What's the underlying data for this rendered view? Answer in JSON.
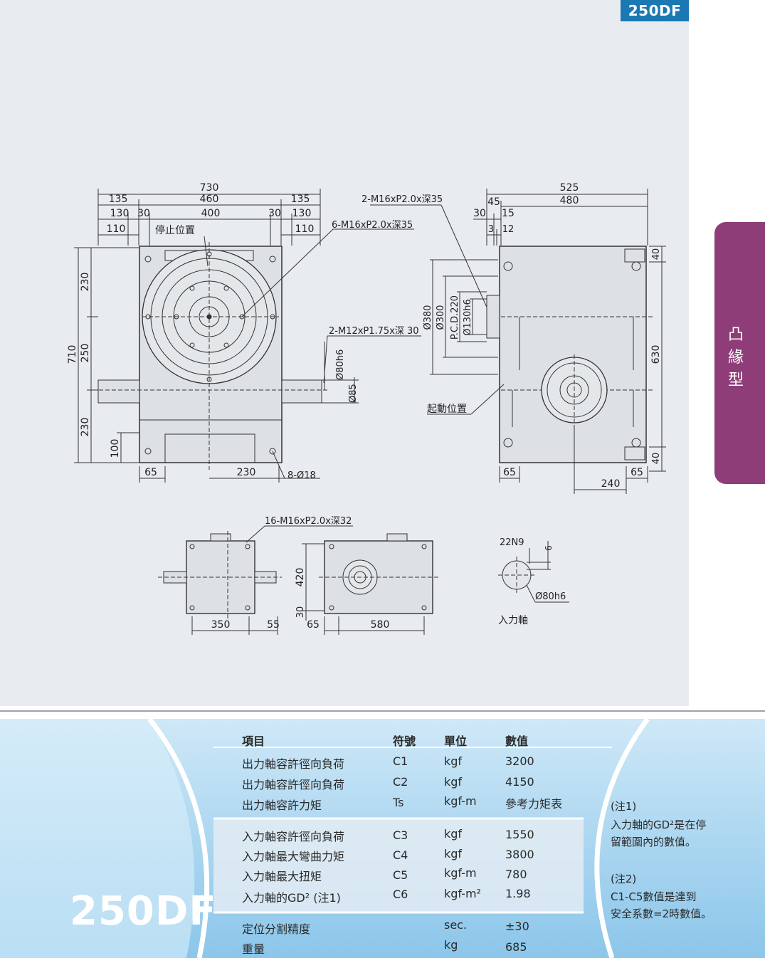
{
  "model_badge": "250DF",
  "side_tab": {
    "chars": [
      "凸",
      "緣",
      "型"
    ]
  },
  "drawing": {
    "front": {
      "width_total": "730",
      "width_460": "460",
      "left_135": "135",
      "right_135": "135",
      "left_130": "130",
      "left_30": "30",
      "mid_400": "400",
      "right_30": "30",
      "right_130": "130",
      "left_110": "110",
      "right_110": "110",
      "stop_position": "停止位置",
      "tap_6": "6-M16xP2.0x深35",
      "tap_2_m12": "2-M12xP1.75x深 30",
      "shaft_80": "Ø80h6",
      "shaft_85": "Ø85",
      "height_710": "710",
      "h_230_top": "230",
      "h_250": "250",
      "h_230_bottom": "230",
      "h_100": "100",
      "bottom_65": "65",
      "bottom_230": "230",
      "holes_8": "8-Ø18"
    },
    "side": {
      "tap_2_m16": "2-M16xP2.0x深35",
      "width_525": "525",
      "width_480": "480",
      "d_45": "45",
      "d_30": "30",
      "d_15": "15",
      "d_3": "3",
      "d_12": "12",
      "dia_380": "Ø380",
      "dia_300": "Ø300",
      "pcd_220": "P.C.D.220",
      "dia_130": "Ø130h6",
      "start_position": "起動位置",
      "h_40_top": "40",
      "h_630": "630",
      "h_40_bottom": "40",
      "bottom_65_left": "65",
      "bottom_240": "240",
      "bottom_65_right": "65"
    },
    "bottom": {
      "tap_16": "16-M16xP2.0x深32",
      "w_350": "350",
      "w_55": "55",
      "h_420": "420",
      "h_30": "30",
      "w_65": "65",
      "w_580": "580",
      "key_22": "22N9",
      "key_9": "9",
      "input_dia": "Ø80h6",
      "input_shaft": "入力軸"
    }
  },
  "spec_panel": {
    "model": "250DF",
    "headers": [
      "項目",
      "符號",
      "單位",
      "數值"
    ],
    "rows": [
      {
        "item": "出力軸容許徑向負荷",
        "symbol": "C1",
        "unit": "kgf",
        "value": "3200"
      },
      {
        "item": "出力軸容許徑向負荷",
        "symbol": "C2",
        "unit": "kgf",
        "value": "4150"
      },
      {
        "item": "出力軸容許力矩",
        "symbol": "Ts",
        "unit": "kgf-m",
        "value": "參考力矩表"
      },
      {
        "item": "入力軸容許徑向負荷",
        "symbol": "C3",
        "unit": "kgf",
        "value": "1550"
      },
      {
        "item": "入力軸最大彎曲力矩",
        "symbol": "C4",
        "unit": "kgf",
        "value": "3800"
      },
      {
        "item": "入力軸最大扭矩",
        "symbol": "C5",
        "unit": "kgf-m",
        "value": "780"
      },
      {
        "item": "入力軸的GD² (注1)",
        "symbol": "C6",
        "unit": "kgf-m²",
        "value": "1.98"
      },
      {
        "item": "定位分割精度",
        "symbol": "",
        "unit": "sec.",
        "value": "±30"
      },
      {
        "item": "重量",
        "symbol": "",
        "unit": "kg",
        "value": "685"
      }
    ],
    "notes": [
      {
        "label": "(注1)",
        "lines": [
          "入力軸的GD²是在停",
          "留範圍內的數值。"
        ]
      },
      {
        "label": "(注2)",
        "lines": [
          "C1-C5數值是達到",
          "安全系數=2時數值。"
        ]
      }
    ]
  }
}
